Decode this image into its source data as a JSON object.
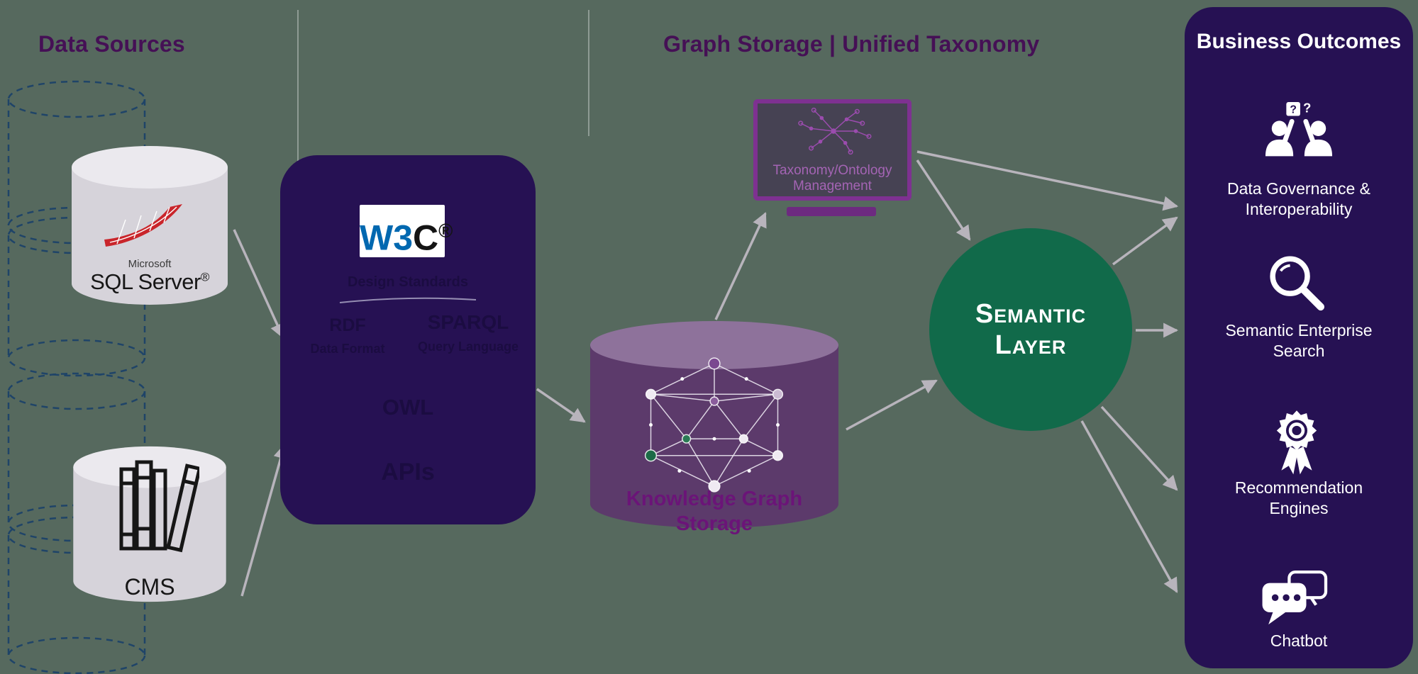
{
  "colors": {
    "background": "#56695E",
    "panel_purple": "#261153",
    "heading_purple": "#451055",
    "arrow_gray": "#B8B4BC",
    "semantic_green": "#116A4A",
    "kg_cylinder_body": "#5C3A6B",
    "kg_cylinder_top": "#8E729B",
    "kg_label_purple": "#6B1478",
    "monitor_border_purple": "#7E3191",
    "taxonomy_label_purple": "#A464B4",
    "sql_logo_red": "#C9252B",
    "dashed_outline_navy": "#1F4468",
    "source_cylinder_body": "#D6D3DA",
    "source_cylinder_top": "#EBE9EE"
  },
  "headings": {
    "data_sources": "Data Sources",
    "graph_storage": "Graph Storage | Unified Taxonomy"
  },
  "sources": {
    "sql": {
      "vendor": "Microsoft",
      "product": "SQL Server",
      "reg": "®"
    },
    "cms": {
      "label": "CMS"
    }
  },
  "w3c": {
    "logo_w3": "W3",
    "logo_c": "C",
    "logo_reg": "®",
    "subtitle": "Design Standards",
    "rdf_title": "RDF",
    "rdf_sub": "Data Format",
    "sparql_title": "SPARQL",
    "sparql_sub": "Query Language",
    "owl": "OWL",
    "apis": "APIs"
  },
  "taxonomy": {
    "label": "Taxonomy/Ontology Management"
  },
  "knowledge_graph": {
    "label": "Knowledge Graph Storage"
  },
  "semantic_layer": {
    "line1": "Semantic",
    "line2": "Layer"
  },
  "outcomes": {
    "title": "Business Outcomes",
    "items": [
      {
        "icon": "people-question-icon",
        "label": "Data Governance & Interoperability"
      },
      {
        "icon": "magnifier-icon",
        "label": "Semantic Enterprise Search"
      },
      {
        "icon": "award-ribbon-icon",
        "label": "Recommendation Engines"
      },
      {
        "icon": "chat-bubbles-icon",
        "label": "Chatbot"
      }
    ]
  },
  "glyphs": {
    "question_mark": "?"
  }
}
